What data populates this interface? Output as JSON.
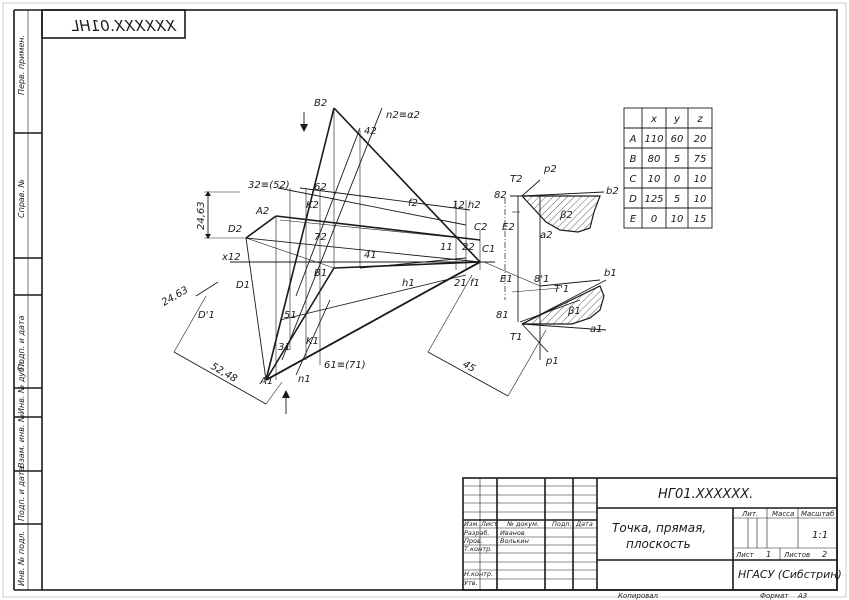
{
  "sheet": {
    "top_code": "XXXXXX.01HL",
    "side_labels": [
      "Перв. примен.",
      "Справ. №",
      "Подп. и дата",
      "Инв. № дубл.",
      "Взам. инв. №",
      "Подп. и дата",
      "Инв. № подл."
    ]
  },
  "drawing": {
    "labels": {
      "B2": "B2",
      "n2a2": "n2≡α2",
      "four2": "42",
      "three2": "32≡(52)",
      "six2": "62",
      "A2": "A2",
      "K2": "K2",
      "f2": "f2",
      "one2h2": "12 h2",
      "C2": "C2",
      "D2": "D2",
      "seven2": "72",
      "x12": "x12",
      "four1": "41",
      "one1": "11",
      "two2": "22",
      "C1": "C1",
      "B1": "B1",
      "D1": "D1",
      "h1": "h1",
      "two1": "21",
      "f1": "f1",
      "Dp1": "D'1",
      "five1": "51",
      "three1": "31",
      "K1": "K1",
      "six1": "61≡(71)",
      "A1": "A1",
      "n1": "n1",
      "T2": "T2",
      "p2": "p2",
      "b2": "b2",
      "eight2": "82",
      "E2": "E2",
      "beta2": "β2",
      "a2": "a2",
      "E1": "E1",
      "eight1p": "8'1",
      "Tp1": "T'1",
      "b1": "b1",
      "eight1": "81",
      "beta1": "β1",
      "a1": "a1",
      "T1": "T1",
      "p1": "p1"
    },
    "dimensions": {
      "d_24_63_v": "24,63",
      "d_24_63_i": "24,63",
      "d_52_48": "52,48",
      "d_45": "45"
    }
  },
  "coord_table": {
    "headers": [
      "",
      "x",
      "y",
      "z"
    ],
    "rows": [
      [
        "A",
        "110",
        "60",
        "20"
      ],
      [
        "B",
        "80",
        "5",
        "75"
      ],
      [
        "C",
        "10",
        "0",
        "10"
      ],
      [
        "D",
        "125",
        "5",
        "10"
      ],
      [
        "E",
        "0",
        "10",
        "15"
      ]
    ]
  },
  "title_block": {
    "designation": "НГ01.XXXXXX.",
    "title_line1": "Точка, прямая,",
    "title_line2": "плоскость",
    "org": "НГАСУ (Сибстрин)",
    "col_izm": "Изм.",
    "col_list": "Лист",
    "col_doc": "№ докум.",
    "col_sign": "Подп.",
    "col_date": "Дата",
    "razrab": "Разраб.",
    "razrab_name": "Иванов",
    "prov": "Пров.",
    "prov_name": "Волькин",
    "tkontr": "Т.контр.",
    "nkontr": "Н.контр.",
    "utv": "Утв.",
    "lit": "Лит.",
    "massa": "Масса",
    "masshtab": "Масштаб",
    "scale_value": "1:1",
    "list_label": "Лист",
    "list_value": "1",
    "listov_label": "Листов",
    "listov_value": "2",
    "copied": "Копировал",
    "format": "Формат",
    "format_value": "А3"
  }
}
